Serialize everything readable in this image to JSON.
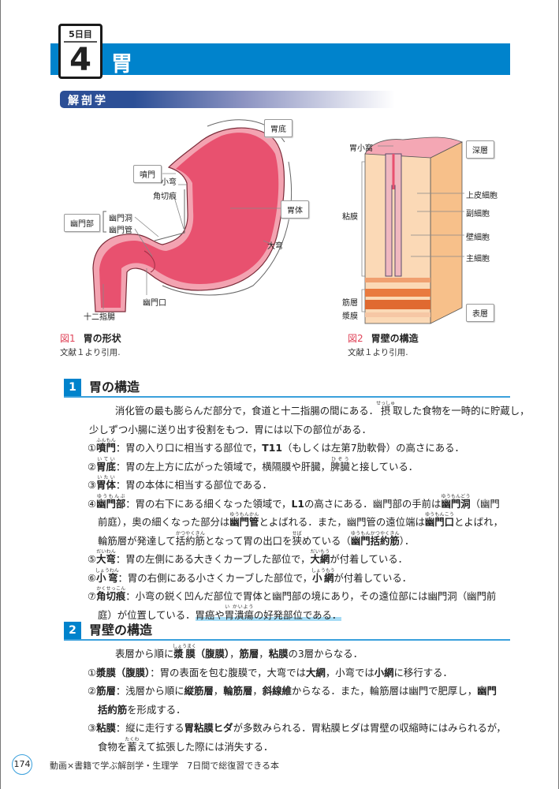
{
  "chapter": {
    "day_label": "5日目",
    "number": "4",
    "title": "胃"
  },
  "subheading": "解剖学",
  "figure1": {
    "caption_num": "図1",
    "caption_title": "胃の形状",
    "source": "文献１より引用.",
    "labels": {
      "fundus": "胃底",
      "cardia": "噴門",
      "body": "胃体",
      "pyloric_part": "幽門部",
      "lesser_curvature": "小弯",
      "angular_incisure": "角切痕",
      "pyloric_antrum": "幽門洞",
      "pyloric_canal": "幽門管",
      "greater_curvature": "大弯",
      "pyloric_orifice": "幽門口",
      "duodenum": "十二指腸"
    },
    "colors": {
      "stomach": "#e8516f",
      "rim": "#f3a3b1"
    }
  },
  "figure2": {
    "caption_num": "図2",
    "caption_title": "胃壁の構造",
    "source": "文献１より引用.",
    "labels": {
      "gastric_pit": "胃小窩",
      "deep": "深層",
      "surface": "表層",
      "epithelial": "上皮細胞",
      "mucous_neck": "副細胞",
      "parietal": "壁細胞",
      "chief": "主細胞",
      "mucosa": "粘膜",
      "muscularis": "筋層",
      "serosa": "漿膜"
    }
  },
  "section1": {
    "number": "1",
    "title": "胃の構造",
    "lines": [
      {
        "k": "para",
        "segs": [
          {
            "t": "消化管の最も膨らんだ部分で，食道と十二指腸の間にある．"
          },
          {
            "t": "摂",
            "r": "せっしゅ"
          },
          {
            "t": "取した食物を一時的に貯蔵し，"
          }
        ]
      },
      {
        "k": "contp",
        "segs": [
          {
            "t": "少しずつ小腸に送り出す役割をもつ．胃には以下の部位がある．"
          }
        ]
      },
      {
        "k": "item",
        "segs": [
          {
            "t": "①"
          },
          {
            "t": "噴門",
            "r": "ふんもん",
            "b": true
          },
          {
            "t": "：胃の入り口に相当する部位で，"
          },
          {
            "t": "T11",
            "b": true
          },
          {
            "t": "（もしくは左第7肋軟骨）の高さにある．"
          }
        ]
      },
      {
        "k": "item",
        "segs": [
          {
            "t": "②"
          },
          {
            "t": "胃底",
            "r": "いてい",
            "b": true
          },
          {
            "t": "：胃の左上方に広がった領域で，横隔膜や肝臓，"
          },
          {
            "t": "脾臓",
            "r": "ひぞう"
          },
          {
            "t": "と接している．"
          }
        ]
      },
      {
        "k": "item",
        "segs": [
          {
            "t": "③"
          },
          {
            "t": "胃体",
            "r": "いたい",
            "b": true
          },
          {
            "t": "：胃の本体に相当する部位である．"
          }
        ]
      },
      {
        "k": "item",
        "segs": [
          {
            "t": "④"
          },
          {
            "t": "幽門部",
            "r": "ゆうもんぶ",
            "b": true
          },
          {
            "t": "：胃の右下にある細くなった領域で，"
          },
          {
            "t": "L1",
            "b": true
          },
          {
            "t": "の高さにある．幽門部の手前は"
          },
          {
            "t": "幽門洞",
            "r": "ゆうもんどう",
            "b": true
          },
          {
            "t": "（幽門"
          }
        ]
      },
      {
        "k": "cont",
        "segs": [
          {
            "t": "前庭），奥の細くなった部分は"
          },
          {
            "t": "幽門管",
            "r": "ゆうもんかん",
            "b": true
          },
          {
            "t": "とよばれる．また，幽門管の遠位端は"
          },
          {
            "t": "幽門口",
            "r": "ゆうもんこう",
            "b": true
          },
          {
            "t": "とよばれ，"
          }
        ]
      },
      {
        "k": "cont",
        "segs": [
          {
            "t": "輪筋層が発達して"
          },
          {
            "t": "括約筋",
            "r": "かつやくきん"
          },
          {
            "t": "となって胃の出口を"
          },
          {
            "t": "狭",
            "r": "せば"
          },
          {
            "t": "めている（"
          },
          {
            "t": "幽門括約筋",
            "r": "ゆうもんかつやくきん",
            "b": true
          },
          {
            "t": "）．"
          }
        ]
      },
      {
        "k": "item",
        "segs": [
          {
            "t": "⑤"
          },
          {
            "t": "大弯",
            "r": "だいわん",
            "b": true
          },
          {
            "t": "：胃の左側にある大きくカーブした部位で，"
          },
          {
            "t": "大網",
            "r": "だいもう",
            "b": true
          },
          {
            "t": "が付着している．"
          }
        ]
      },
      {
        "k": "item",
        "segs": [
          {
            "t": "⑥"
          },
          {
            "t": "小弯",
            "r": "しょうわん",
            "b": true
          },
          {
            "t": "：胃の右側にある小さくカーブした部位で，"
          },
          {
            "t": "小網",
            "r": "しょうもう",
            "b": true
          },
          {
            "t": "が付着している．"
          }
        ]
      },
      {
        "k": "item",
        "segs": [
          {
            "t": "⑦"
          },
          {
            "t": "角切痕",
            "r": "かくせっこん",
            "b": true
          },
          {
            "t": "：小弯の鋭く凹んだ部位で胃体と幽門部の境にあり，その遠位部には幽門洞（幽門前"
          }
        ]
      },
      {
        "k": "cont",
        "segs": [
          {
            "t": "庭）が位置している．"
          },
          {
            "t": "胃癌や",
            "hl": true
          },
          {
            "t": "胃潰瘍",
            "r": "い かいよう",
            "hl": true
          },
          {
            "t": "の好発部位である．",
            "hl": true
          }
        ]
      }
    ]
  },
  "section2": {
    "number": "2",
    "title": "胃壁の構造",
    "lines": [
      {
        "k": "para",
        "segs": [
          {
            "t": "表層から順に"
          },
          {
            "t": "漿膜",
            "r": "しょうまく",
            "b": true
          },
          {
            "t": "（腹膜）",
            "b": true
          },
          {
            "t": "，"
          },
          {
            "t": "筋層",
            "b": true
          },
          {
            "t": "，"
          },
          {
            "t": "粘膜",
            "b": true
          },
          {
            "t": "の3層からなる．"
          }
        ]
      },
      {
        "k": "item",
        "segs": [
          {
            "t": "①"
          },
          {
            "t": "漿膜（腹膜）",
            "b": true
          },
          {
            "t": "：胃の表面を包む腹膜で，大弯では"
          },
          {
            "t": "大網",
            "b": true
          },
          {
            "t": "，小弯では"
          },
          {
            "t": "小網",
            "b": true
          },
          {
            "t": "に移行する．"
          }
        ]
      },
      {
        "k": "item",
        "segs": [
          {
            "t": "②"
          },
          {
            "t": "筋層",
            "b": true
          },
          {
            "t": "：浅層から順に"
          },
          {
            "t": "縦筋層",
            "b": true
          },
          {
            "t": "，"
          },
          {
            "t": "輪筋層",
            "b": true
          },
          {
            "t": "，"
          },
          {
            "t": "斜線維",
            "b": true
          },
          {
            "t": "からなる．また，輪筋層は幽門で肥厚し，"
          },
          {
            "t": "幽門",
            "b": true
          }
        ]
      },
      {
        "k": "cont",
        "segs": [
          {
            "t": "括約筋",
            "b": true
          },
          {
            "t": "を形成する．"
          }
        ]
      },
      {
        "k": "item",
        "segs": [
          {
            "t": "③"
          },
          {
            "t": "粘膜",
            "b": true
          },
          {
            "t": "：縦に走行する"
          },
          {
            "t": "胃粘膜ヒダ",
            "b": true
          },
          {
            "t": "が多数みられる．胃粘膜ヒダは胃壁の収縮時にはみられるが，"
          }
        ]
      },
      {
        "k": "cont",
        "segs": [
          {
            "t": "食物を"
          },
          {
            "t": "蓄",
            "r": "たくわ"
          },
          {
            "t": "えて拡張した際には消失する．"
          }
        ]
      }
    ]
  },
  "footer": {
    "page_number": "174",
    "book_title": "動画×書籍で学ぶ解剖学・生理学　7日間で総復習できる本"
  },
  "colors": {
    "brand_blue": "#0083cc",
    "navy": "#2c4f96",
    "caption_red": "#e0455a",
    "highlight": "#a6dcf5"
  }
}
